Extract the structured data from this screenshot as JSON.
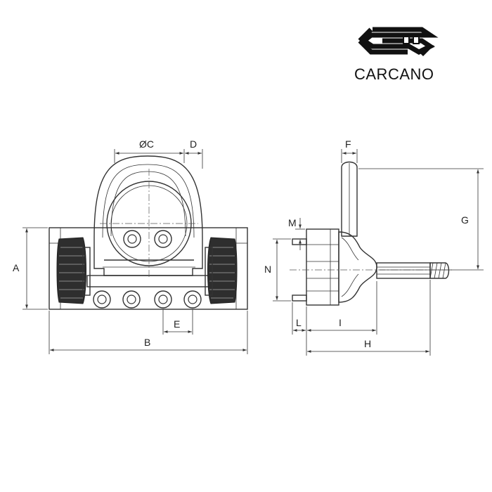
{
  "brand": {
    "name": "CARCANO",
    "logo_icon": "carcano-logo-icon"
  },
  "dimensions": {
    "A": "A",
    "B": "B",
    "C": "ØC",
    "D": "D",
    "E": "E",
    "F": "F",
    "G": "G",
    "H": "H",
    "I": "I",
    "L": "L",
    "M": "M",
    "N": "N"
  },
  "colors": {
    "line": "#333333",
    "knob": "#2e2e2e",
    "background": "#ffffff"
  }
}
